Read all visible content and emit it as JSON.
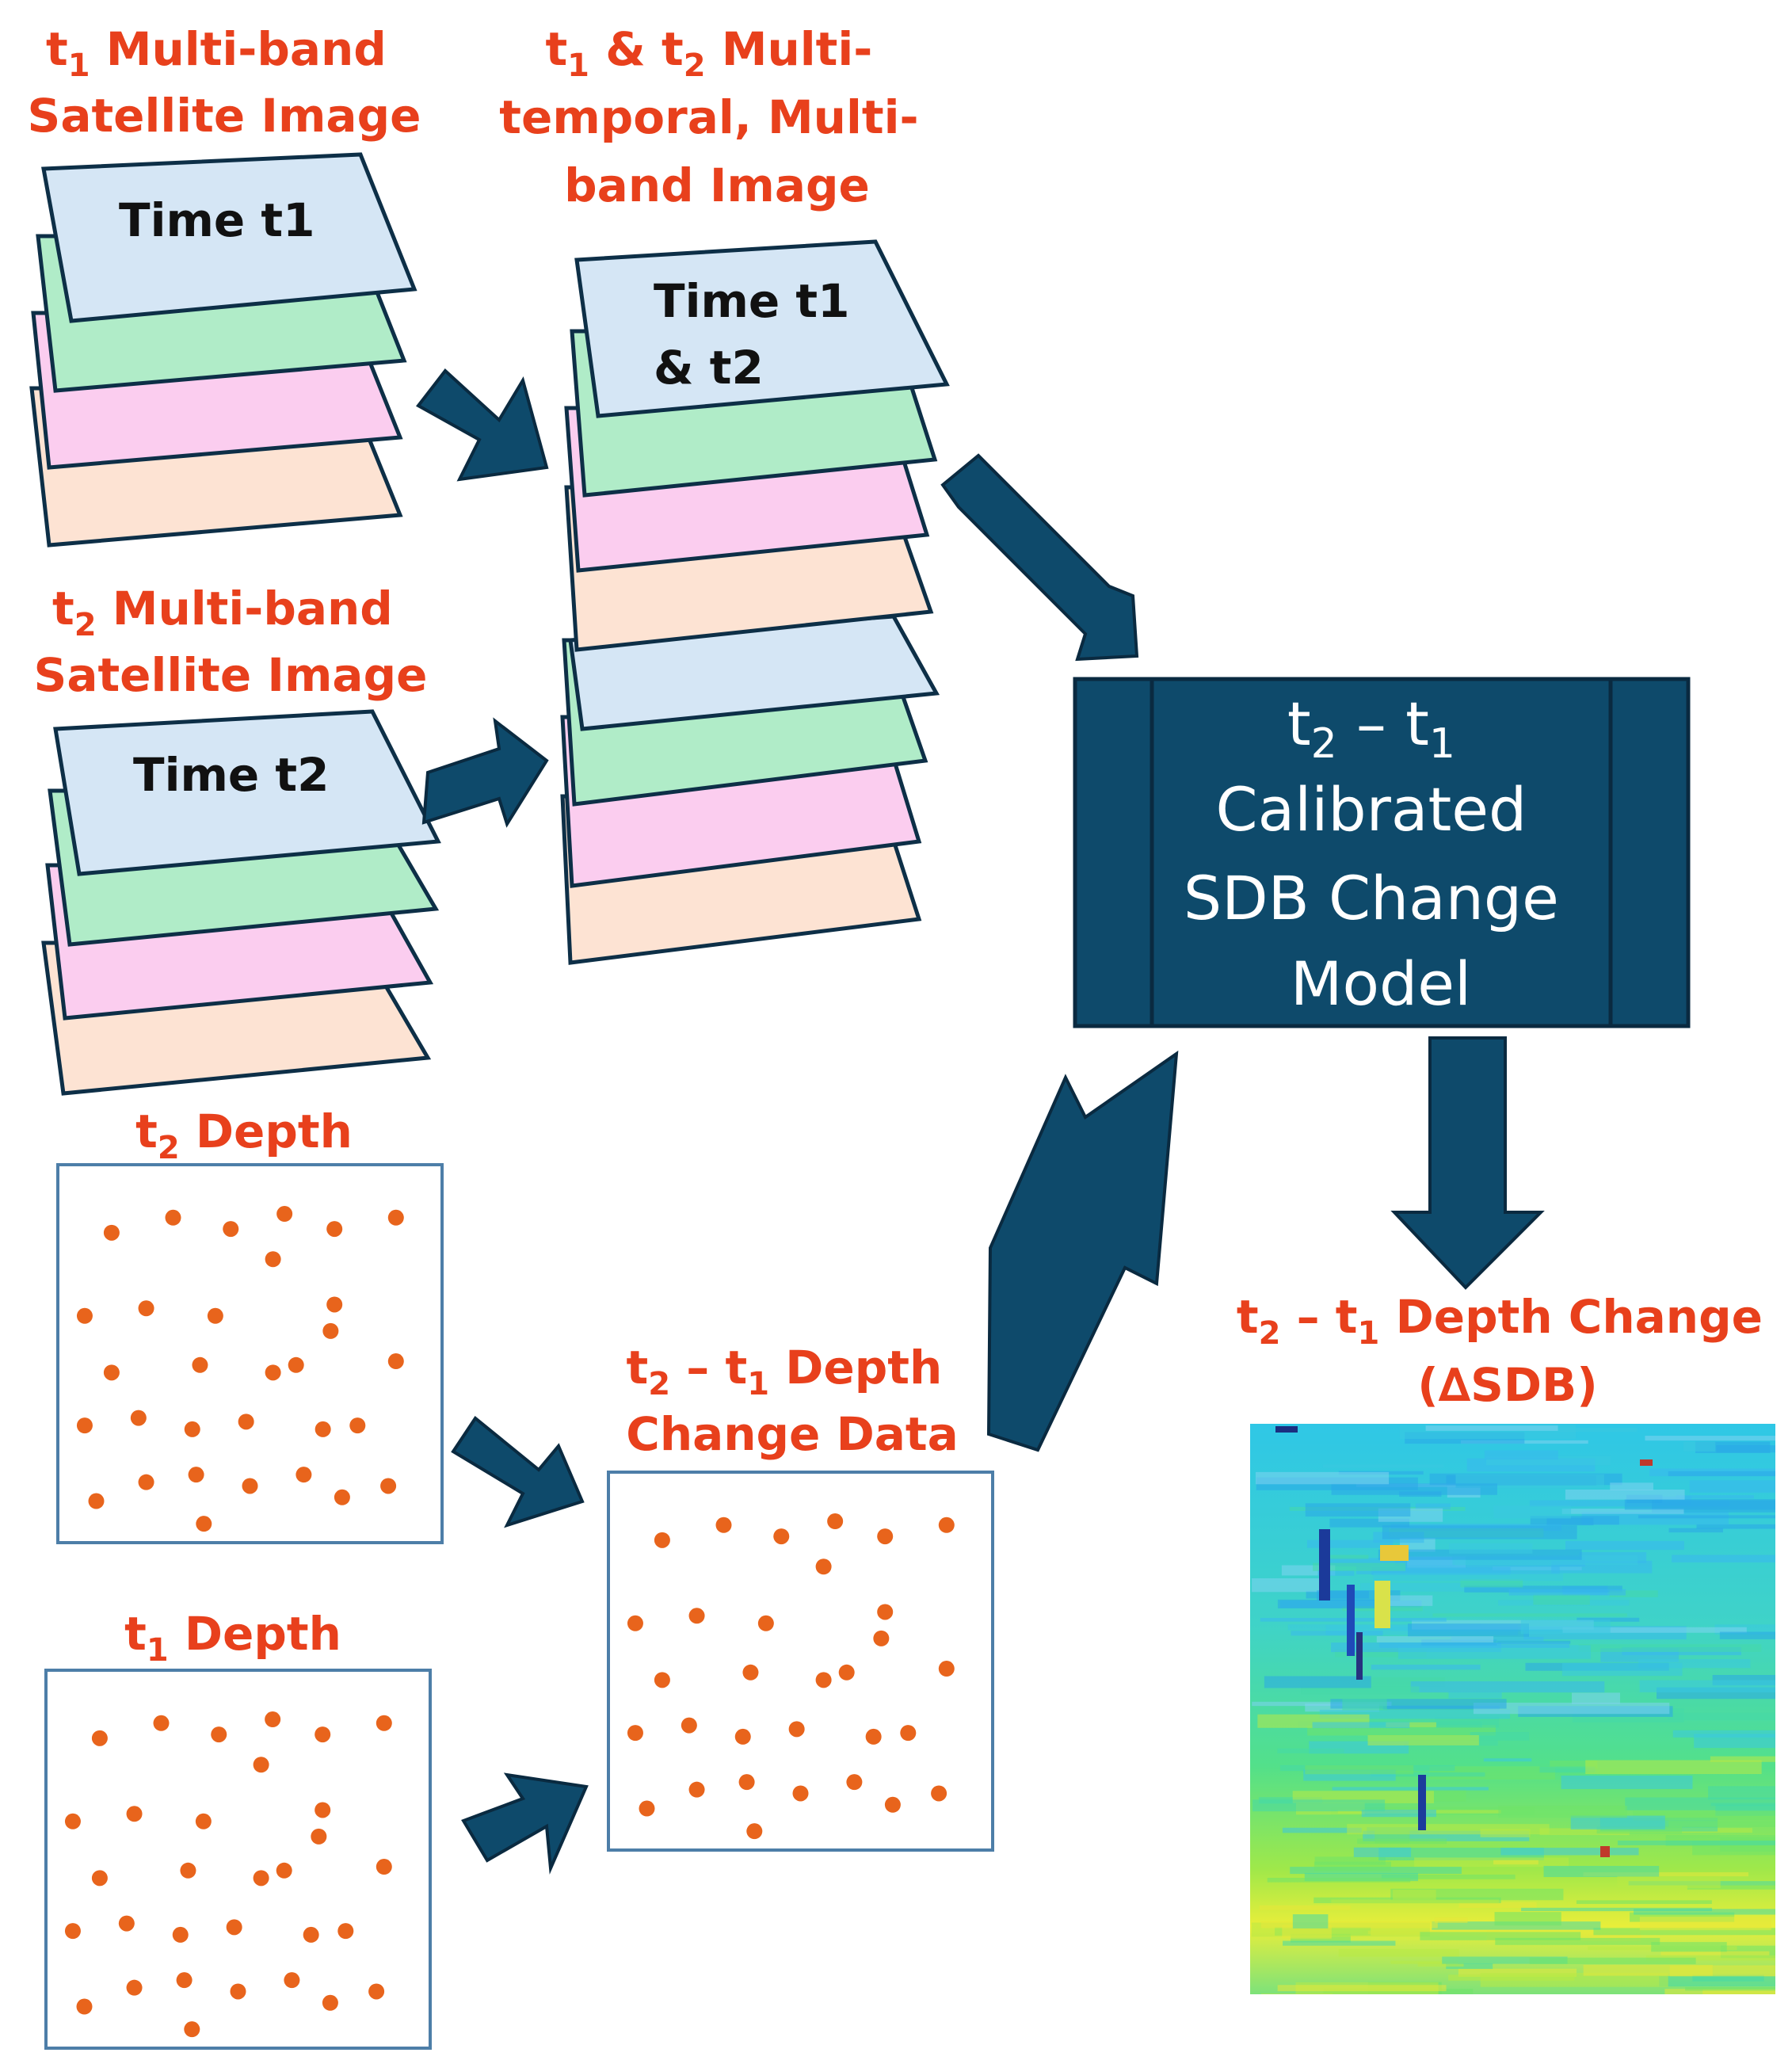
{
  "colors": {
    "label": "#e8401c",
    "arrow": "#0e4a6b",
    "model_box": "#0e4a6b",
    "dot": "#e8641c",
    "band_blue": "#d5e6f5",
    "band_green": "#b0ecc8",
    "band_pink": "#fbcdef",
    "band_peach": "#fde3d3"
  },
  "labels": {
    "t1_image": {
      "sub": "1",
      "line1": "Multi-band",
      "line2": "Satellite Image"
    },
    "t2_image": {
      "sub": "2",
      "line1": "Multi-band",
      "line2": "Satellite Image"
    },
    "multitemporal": {
      "sub1": "1",
      "sub2": "2",
      "line1": "Multi-",
      "line2": "temporal, Multi-",
      "line3": "band Image"
    },
    "t2_depth": {
      "sub": "2",
      "text": "Depth"
    },
    "t1_depth": {
      "sub": "1",
      "text": "Depth"
    },
    "change_data": {
      "sub1": "2",
      "sub2": "1",
      "line1": "Depth",
      "line2": "Change Data"
    },
    "depth_change": {
      "sub1": "2",
      "sub2": "1",
      "line1": "Depth Change",
      "line2": "(∆SDB)"
    }
  },
  "stacks": {
    "t1": {
      "top_label": "Time t1"
    },
    "t2": {
      "top_label": "Time t2"
    },
    "combined": {
      "top_label_line1": "Time t1",
      "top_label_line2": "& t2"
    }
  },
  "model": {
    "sub1": "2",
    "sub2": "1",
    "line2": "Calibrated",
    "line3": "SDB Change",
    "line4": "Model"
  }
}
